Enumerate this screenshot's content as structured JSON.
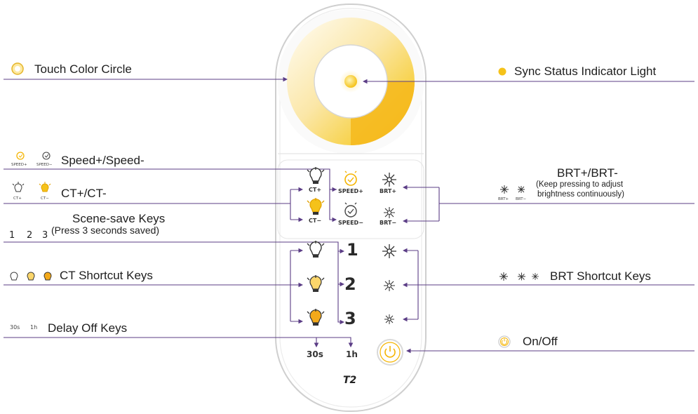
{
  "labels": {
    "touch_color_circle": "Touch Color Circle",
    "sync_status_light": "Sync Status Indicator Light",
    "speed": "Speed+/Speed-",
    "ct": "CT+/CT-",
    "scene_save_title": "Scene-save Keys",
    "scene_save_note": "(Press 3 seconds saved)",
    "ct_shortcut": "CT Shortcut Keys",
    "delay_off": "Delay Off Keys",
    "brt_title": "BRT+/BRT-",
    "brt_note_line1": "(Keep pressing to adjust",
    "brt_note_line2": "brightness continuously)",
    "brt_shortcut": "BRT Shortcut Keys",
    "on_off": "On/Off"
  },
  "remote_keys": {
    "ct_plus": "CT+",
    "ct_minus": "CT−",
    "speed_plus": "SPEED+",
    "speed_minus": "SPEED−",
    "brt_plus": "BRT+",
    "brt_minus": "BRT−",
    "scene_1": "1",
    "scene_2": "2",
    "scene_3": "3",
    "delay_30s": "30s",
    "delay_1h": "1h",
    "brand": "T2"
  },
  "legend_icons": {
    "speed_plus": "SPEED+",
    "speed_minus": "SPEED−",
    "ct_plus": "CT+",
    "ct_minus": "CT−",
    "brt_plus": "BRT+",
    "brt_minus": "BRT−",
    "scene_1": "1",
    "scene_2": "2",
    "scene_3": "3",
    "delay_30s": "30s",
    "delay_1h": "1h"
  },
  "colors": {
    "leader_line": "#5b3d86",
    "accent_yellow": "#f5c21a",
    "remote_outline": "#cfcfcf"
  }
}
